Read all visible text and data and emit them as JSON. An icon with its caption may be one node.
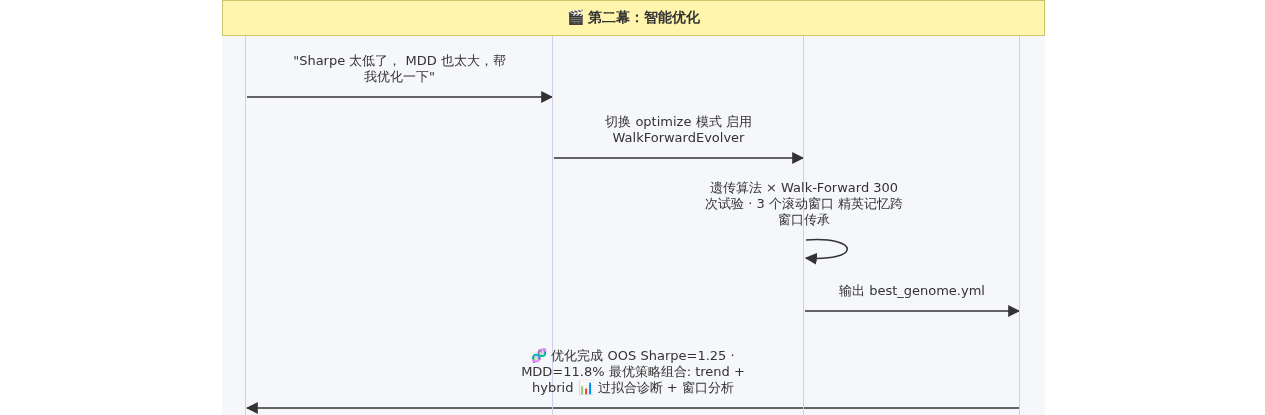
{
  "diagram": {
    "nodes": [
      {
        "text": [
          "🎬 第二幕：智能优化"
        ]
      },
      {
        "text": [],
        "shape": "line"
      },
      {
        "text": [],
        "shape": "line"
      },
      {
        "text": [],
        "shape": "line"
      },
      {
        "text": [],
        "shape": "line"
      }
    ],
    "edges": [
      {
        "from": 1,
        "to": 2,
        "arrow": "to",
        "label": "\"Sharpe 太低了， MDD 也太大，帮我优化一下\""
      },
      {
        "from": 2,
        "to": 3,
        "arrow": "to",
        "label": "切换 optimize 模式 启用 WalkForwardEvolver"
      },
      {
        "from": 3,
        "to": 3,
        "arrow": "to",
        "label": "遗传算法 × Walk-Forward 300 次试验 · 3 个滚动窗口 精英记忆跨窗口传承"
      },
      {
        "from": 3,
        "to": 4,
        "arrow": "to",
        "label": "输出 best_genome.yml"
      },
      {
        "from": 4,
        "to": 1,
        "arrow": "to",
        "label": "🧬 优化完成 OOS Sharpe=1.25 · MDD=11.8% 最优策略组合: trend + hybrid 📊 过拟合诊断 + 窗口分析"
      }
    ]
  }
}
